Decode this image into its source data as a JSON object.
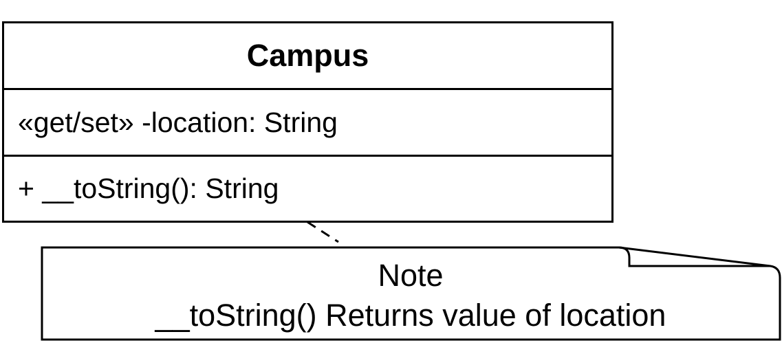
{
  "class": {
    "name": "Campus",
    "attributes": [
      "«get/set» -location: String"
    ],
    "operations": [
      "+ __toString(): String"
    ]
  },
  "note": {
    "title": "Note",
    "body": "__toString() Returns value of location"
  }
}
